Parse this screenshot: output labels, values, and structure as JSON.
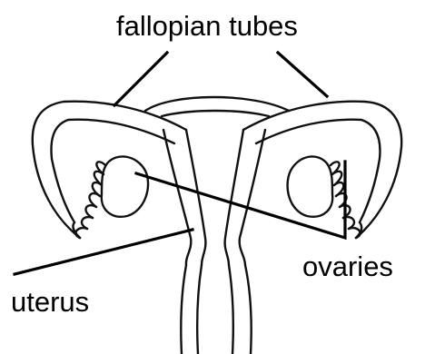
{
  "labels": {
    "fallopian_tubes": "fallopian tubes",
    "ovaries": "ovaries",
    "uterus": "uterus"
  },
  "colors": {
    "background": "#ffffff",
    "ink": "#000000"
  }
}
